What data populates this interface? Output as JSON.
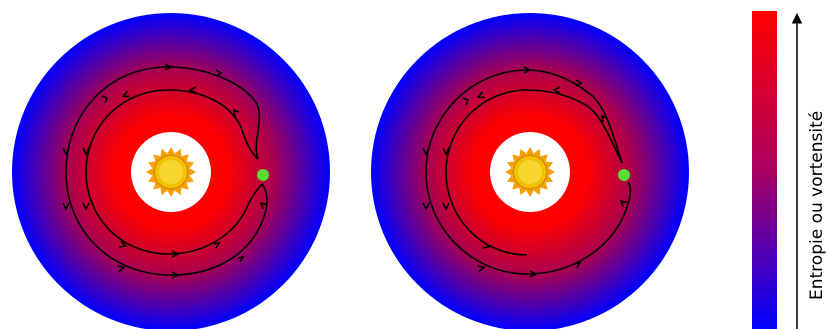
{
  "colorbar": {
    "label": "Entropie ou vortensité",
    "top_color": "#ff0000",
    "bottom_color": "#0000ff"
  },
  "disk_colors": {
    "inner": "#ff0000",
    "outer": "#0000ff",
    "hole": "#ffffff"
  },
  "planet_color": "#55dd33",
  "sun_color": "#f2c200",
  "streamline_color": "#000000",
  "panels": [
    {
      "name": "left-disk",
      "variant": "two-streamlines"
    },
    {
      "name": "right-disk",
      "variant": "one-streamline"
    }
  ]
}
